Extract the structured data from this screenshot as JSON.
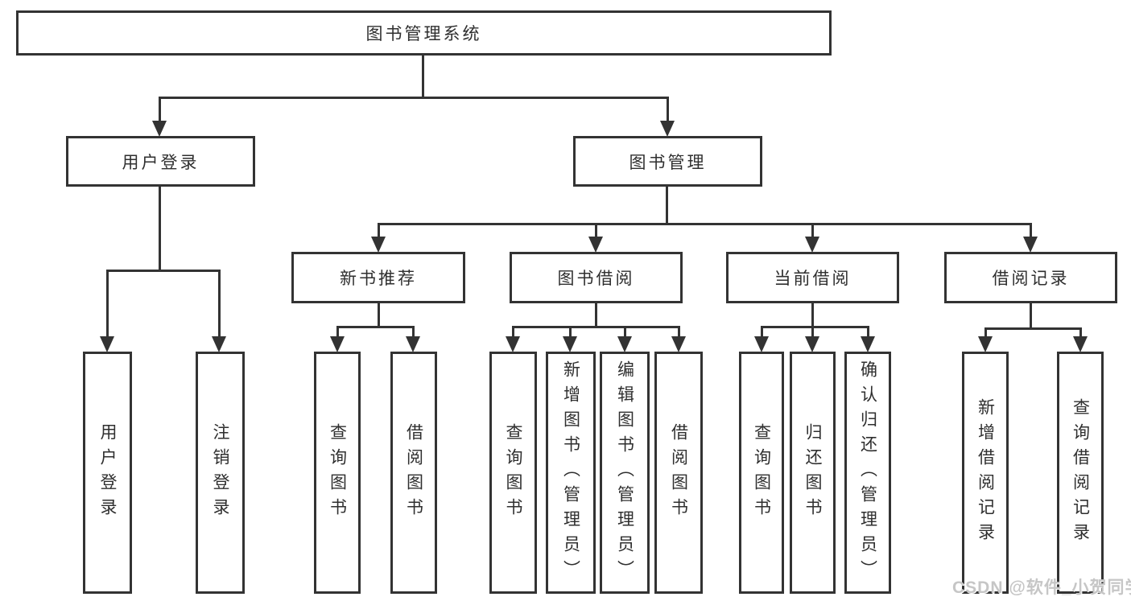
{
  "diagram": {
    "root": "图书管理系统",
    "level2": {
      "user_login": "用户登录",
      "book_mgmt": "图书管理"
    },
    "level3": {
      "new_book": "新书推荐",
      "borrow": "图书借阅",
      "current": "当前借阅",
      "records": "借阅记录"
    },
    "leaves": {
      "user_login": [
        "用户登录",
        "注销登录"
      ],
      "new_book": [
        "查询图书",
        "借阅图书"
      ],
      "borrow": [
        "查询图书",
        "新增图书（管理员）",
        "编辑图书（管理员）",
        "借阅图书"
      ],
      "current": [
        "查询图书",
        "归还图书",
        "确认归还（管理员）"
      ],
      "records": [
        "新增借阅记录",
        "查询借阅记录"
      ]
    }
  },
  "watermark": "CSDN @软件_小贺同学",
  "colors": {
    "line": "#333333",
    "text": "#2f2f2f",
    "background": "#ffffff",
    "watermark": "#c6c6c6"
  }
}
